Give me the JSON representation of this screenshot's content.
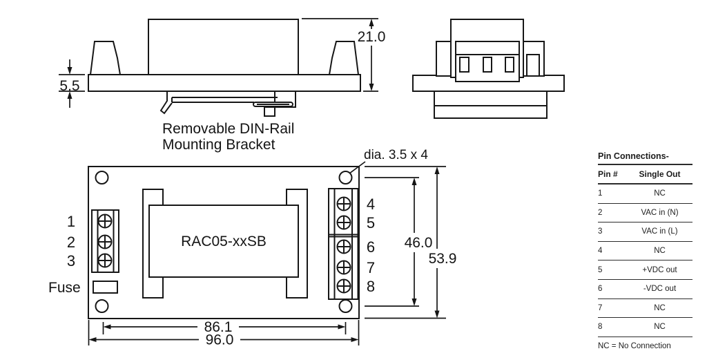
{
  "side_view": {
    "dim_module_height": "21.0",
    "dim_base_thickness": "5.5",
    "bracket_label_line1": "Removable DIN-Rail",
    "bracket_label_line2": "Mounting Bracket"
  },
  "top_view": {
    "module_label": "RAC05-xxSB",
    "fuse_label": "Fuse",
    "left_pins": [
      "1",
      "2",
      "3"
    ],
    "right_pins": [
      "4",
      "5",
      "6",
      "7",
      "8"
    ],
    "hole_note": "dia. 3.5 x 4",
    "dim_hole_spacing_x": "86.1",
    "dim_board_width": "96.0",
    "dim_hole_spacing_y": "46.0",
    "dim_board_height": "53.9"
  },
  "pin_table": {
    "title": "Pin Connections-",
    "columns": {
      "pin": "Pin #",
      "out": "Single Out"
    },
    "rows": [
      {
        "pin": "1",
        "out": "NC"
      },
      {
        "pin": "2",
        "out": "VAC in (N)"
      },
      {
        "pin": "3",
        "out": "VAC in (L)"
      },
      {
        "pin": "4",
        "out": "NC"
      },
      {
        "pin": "5",
        "out": "+VDC out"
      },
      {
        "pin": "6",
        "out": "-VDC out"
      },
      {
        "pin": "7",
        "out": "NC"
      },
      {
        "pin": "8",
        "out": "NC"
      }
    ],
    "footnote": "NC = No Connection"
  },
  "colors": {
    "line": "#161616",
    "background": "#ffffff"
  }
}
